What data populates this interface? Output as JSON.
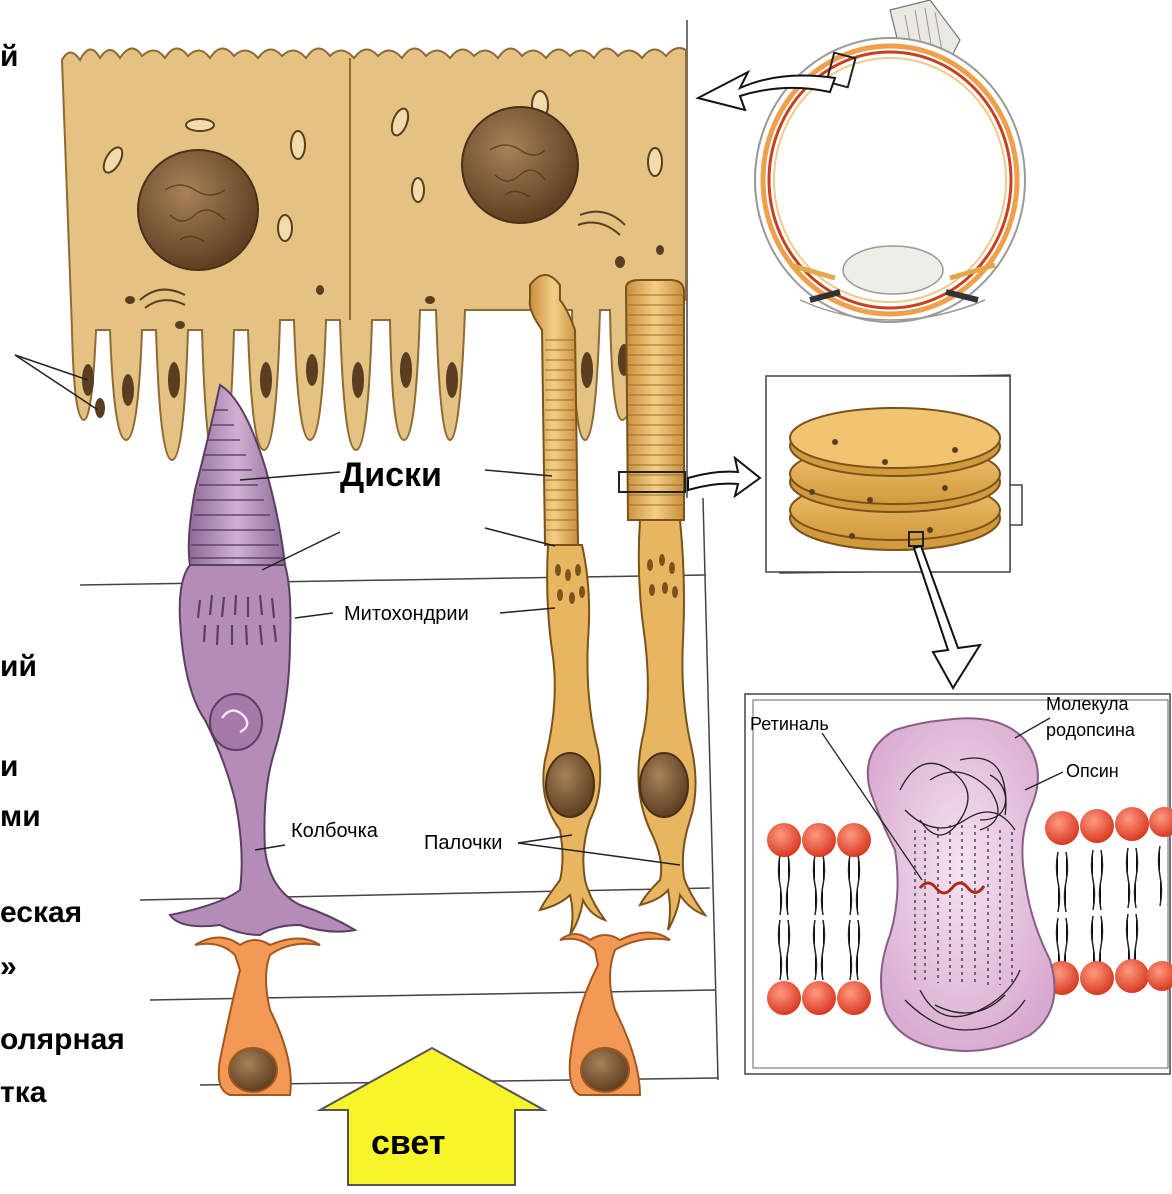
{
  "labels": {
    "left_top_fragment": "й",
    "left_mid_fragment": "ий",
    "left_i": "и",
    "left_mi": "ми",
    "left_eskaya": "еская",
    "left_quote": "»",
    "left_bipolar": "олярная",
    "left_tka": "тка",
    "disks": "Диски",
    "mitochondria": "Митохондрии",
    "cone": "Колбочка",
    "rods": "Палочки",
    "retinal": "Ретиналь",
    "rhodopsin_line1": "Молекула",
    "rhodopsin_line2": "родопсина",
    "opsin": "Опсин",
    "light": "свет"
  },
  "colors": {
    "epithelium": "#e3c282",
    "epithelium_dark": "#b8894a",
    "nucleus": "#8a6540",
    "cone": "#b48cb8",
    "cone_dark": "#7d5a86",
    "rod": "#e8b560",
    "rod_dark": "#b07a2c",
    "bipolar": "#f29a55",
    "rhodopsin": "#e8c7e2",
    "lipid_head": "#e8543a",
    "light_arrow": "#f7f52a"
  }
}
